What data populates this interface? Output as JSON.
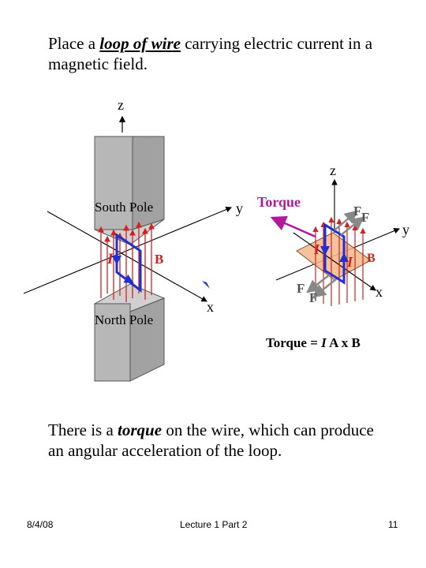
{
  "intro": {
    "before": "Place a ",
    "emph": "loop of wire",
    "after": " carrying electric current in a magnetic field."
  },
  "outro": {
    "before": "There is a ",
    "emph": "torque",
    "after": " on the wire, which can produce an angular acceleration of the loop."
  },
  "left_diagram": {
    "axis_z": "z",
    "axis_y": "y",
    "axis_x": "x",
    "south_pole": "South Pole",
    "north_pole": "North Pole",
    "current": "I",
    "field": "B"
  },
  "right_diagram": {
    "axis_z": "z",
    "axis_y": "y",
    "axis_x": "x",
    "torque": "Torque",
    "force_1": "F",
    "force_2": "F",
    "force_3": "F",
    "force_4": "F",
    "current_1": "I",
    "current_2": "I",
    "field": "B",
    "formula": {
      "prefix": "Torque = ",
      "I": "I",
      "rest": " A x B"
    }
  },
  "footer": {
    "date": "8/4/08",
    "lecture": "Lecture 1 Part 2",
    "page": "11"
  },
  "colors": {
    "field_lines": "#d62020",
    "wire": "#1f2fd0",
    "torque_arrow": "#b0199a",
    "pole": "#b7b7b7",
    "plate": "#f2b98a"
  }
}
